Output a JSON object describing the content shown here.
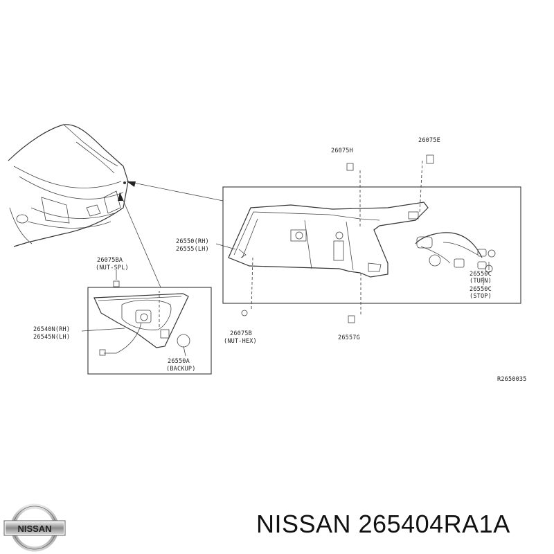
{
  "diagram": {
    "callouts": {
      "c26075H": "26075H",
      "c26075E": "26075E",
      "c26550": "26550(RH)",
      "c26555": "26555(LH)",
      "c26075BA": "26075BA",
      "cNutSpl": "(NUT-SPL)",
      "c26540N": "26540N(RH)",
      "c26545N": "26545N(LH)",
      "c26550A": "26550A",
      "cBackup": "(BACKUP)",
      "c26075B": "26075B",
      "cNutHex": "(NUT-HEX)",
      "c26557G": "26557G",
      "c26550C_turn": "26550C",
      "cTurn": "(TURN)",
      "c26550C_stop": "26550C",
      "cStop": "(STOP)"
    },
    "reference_code": "R2650035"
  },
  "brand": {
    "logo_text": "NISSAN"
  },
  "caption": {
    "text": "NISSAN 265404RA1A"
  }
}
